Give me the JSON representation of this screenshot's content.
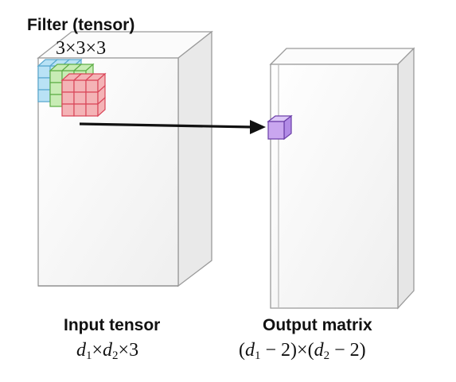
{
  "filter": {
    "title": "Filter (tensor)",
    "size": "3×3×3",
    "colors": {
      "blue": "#b9e2f5",
      "green": "#c8ecb5",
      "red": "#f4b3b6",
      "red_edge": "#d9475a"
    }
  },
  "input": {
    "title": "Input tensor",
    "d": "d",
    "s1": "1",
    "times1": "×",
    "s2": "2",
    "times2": "×3"
  },
  "output": {
    "title": "Output matrix",
    "open1": "(",
    "d1": "d",
    "s1": "1",
    "minus1": " − 2)×(",
    "d2": "d",
    "s2": "2",
    "minus2": " − 2)",
    "cell_color": "#c9a6ef",
    "cell_edge": "#6b3fa8"
  },
  "arrow": {
    "color": "#111111"
  }
}
